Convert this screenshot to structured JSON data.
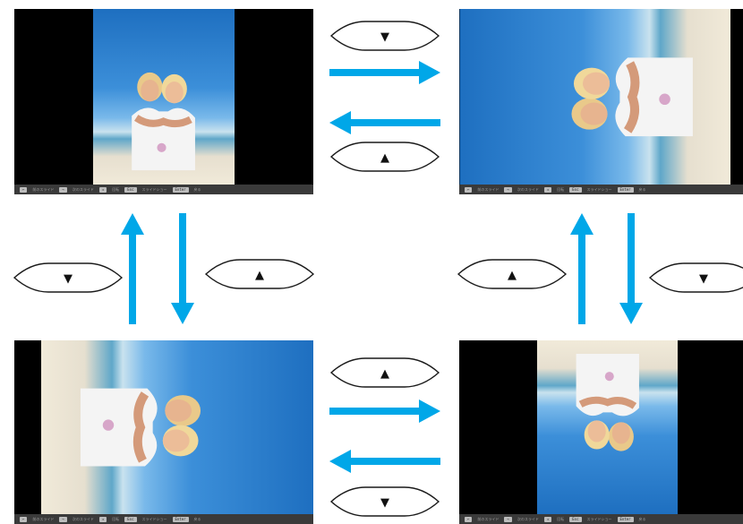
{
  "colors": {
    "arrow": "#00a7e8",
    "key_stroke": "#1a1a1a",
    "key_glyph": "#111111",
    "status_bg": "#3a3a3a"
  },
  "icons": {
    "down_key": "down-triangle-key-icon",
    "up_key": "up-triangle-key-icon"
  },
  "status_bar": {
    "items": [
      {
        "key": "←",
        "text": "前のスライド"
      },
      {
        "key": "→",
        "text": "次のスライド"
      },
      {
        "key": "↕",
        "text": "回転"
      },
      {
        "key": "Esc",
        "text": "スライドショー"
      },
      {
        "key": "Enter",
        "text": "戻る"
      }
    ]
  },
  "screens": [
    {
      "name": "screen-original",
      "rotation_deg": 0
    },
    {
      "name": "screen-rotated-90-clockwise",
      "rotation_deg": 90
    },
    {
      "name": "screen-rotated-90-counterclockwise",
      "rotation_deg": -90
    },
    {
      "name": "screen-rotated-180",
      "rotation_deg": 180
    }
  ],
  "keys": [
    {
      "name": "down-key-top",
      "glyph": "▼"
    },
    {
      "name": "up-key-top",
      "glyph": "▲"
    },
    {
      "name": "down-key-left",
      "glyph": "▼"
    },
    {
      "name": "up-key-left",
      "glyph": "▲"
    },
    {
      "name": "up-key-right",
      "glyph": "▲"
    },
    {
      "name": "down-key-right",
      "glyph": "▼"
    },
    {
      "name": "up-key-bottom",
      "glyph": "▲"
    },
    {
      "name": "down-key-bottom",
      "glyph": "▼"
    }
  ]
}
